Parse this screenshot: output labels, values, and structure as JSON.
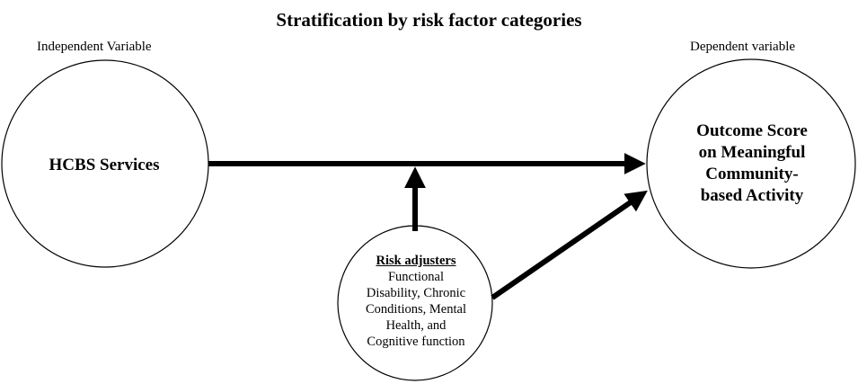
{
  "title": "Stratification by risk factor categories",
  "labels": {
    "independent": "Independent Variable",
    "dependent": "Dependent variable"
  },
  "nodes": {
    "hcbs": "HCBS Services",
    "outcome": {
      "lines": [
        "Outcome Score",
        "on Meaningful",
        "Community-",
        "based Activity"
      ]
    },
    "risk": {
      "heading": "Risk adjusters",
      "lines": [
        "Functional",
        "Disability, Chronic",
        "Conditions, Mental",
        "Health, and",
        "Cognitive function"
      ]
    }
  },
  "colors": {
    "stroke": "#000000",
    "background": "#ffffff"
  }
}
